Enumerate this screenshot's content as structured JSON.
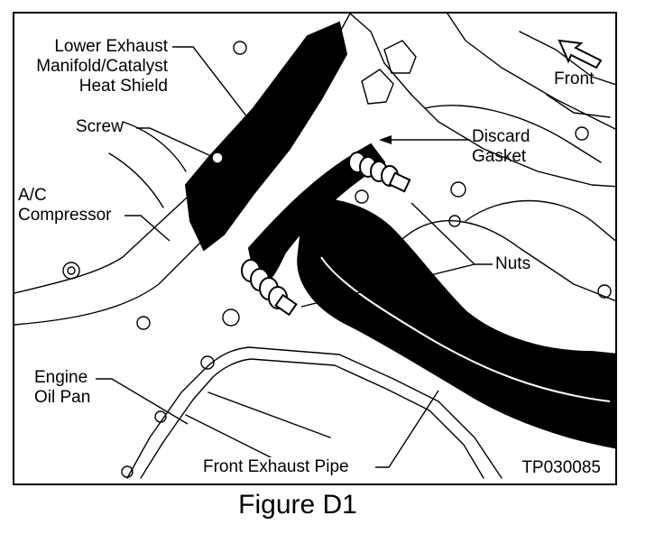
{
  "labels": {
    "heat_shield": [
      "Lower Exhaust",
      "Manifold/Catalyst",
      "Heat Shield"
    ],
    "screw": "Screw",
    "ac_compressor": [
      "A/C",
      "Compressor"
    ],
    "engine_oil_pan": [
      "Engine",
      "Oil Pan"
    ],
    "front": "Front",
    "discard_gasket": [
      "Discard",
      "Gasket"
    ],
    "nuts": "Nuts",
    "front_exhaust_pipe": "Front Exhaust Pipe"
  },
  "figure_code": "TP030085",
  "caption": "Figure D1",
  "colors": {
    "ink": "#000000",
    "paper": "#ffffff"
  },
  "icons": {
    "front_arrow": "front-arrow-icon"
  }
}
